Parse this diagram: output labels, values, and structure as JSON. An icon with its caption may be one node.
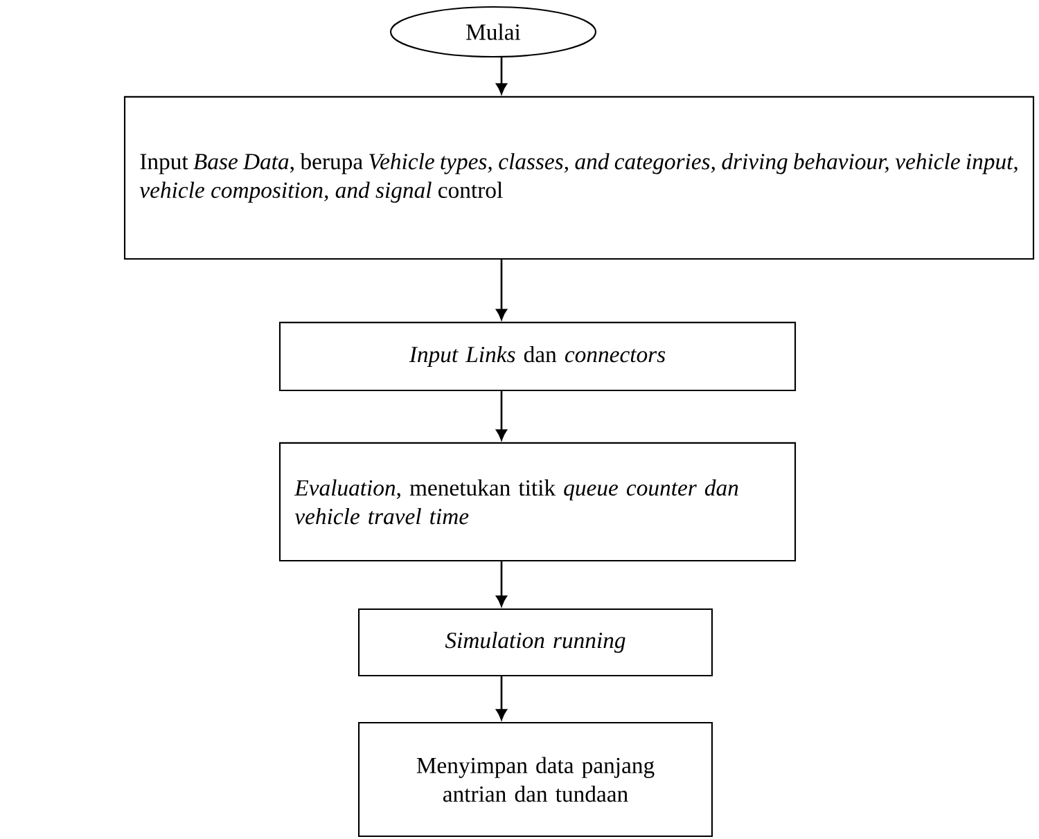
{
  "diagram": {
    "nodes": [
      {
        "text": [
          "Mulai"
        ]
      },
      {
        "text": [
          "Input *Base Data*, berupa *Vehicle types, classes, and categories, driving behaviour, vehicle input, vehicle composition, and signal* control"
        ]
      },
      {
        "text": [
          "*Input Links* dan *connectors*"
        ]
      },
      {
        "text": [
          "*Evaluation*, menetukan titik *queue counter dan vehicle travel time*"
        ]
      },
      {
        "text": [
          "Simulation running"
        ]
      },
      {
        "text": [
          "Menyimpan data panjang antrian dan tundaan"
        ]
      }
    ],
    "edges": [
      {
        "from": 0,
        "to": 1,
        "arrow": "to"
      },
      {
        "from": 1,
        "to": 2,
        "arrow": "to"
      },
      {
        "from": 2,
        "to": 3,
        "arrow": "to"
      },
      {
        "from": 3,
        "to": 4,
        "arrow": "to"
      },
      {
        "from": 4,
        "to": 5,
        "arrow": "to"
      }
    ]
  }
}
